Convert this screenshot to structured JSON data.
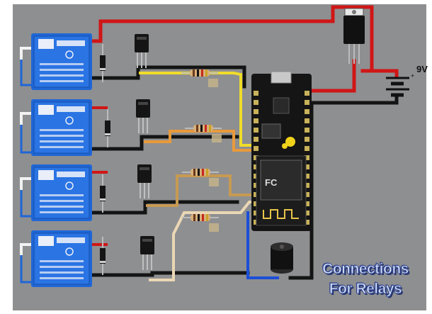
{
  "battery": {
    "label": "9V"
  },
  "caption": {
    "line1": "Connections",
    "line2": "For Relays"
  },
  "colors": {
    "board": "#8e8f91",
    "relay_blue": "#1f66d6",
    "wire_red": "#d01616",
    "wire_black": "#141414",
    "wire_blue": "#1c4fd8",
    "wire_yellow": "#f0dc2a",
    "wire_orange": "#e89a3a",
    "wire_tan": "#c79a52",
    "wire_cream": "#ead7b4"
  },
  "components": {
    "relay_modules": 4,
    "transistors": 4,
    "resistors": 4,
    "diodes": 4,
    "microcontroller": "nodemcu-esp8266",
    "regulator": "voltage-regulator",
    "buzzer": "buzzer",
    "battery": "9v-battery"
  }
}
